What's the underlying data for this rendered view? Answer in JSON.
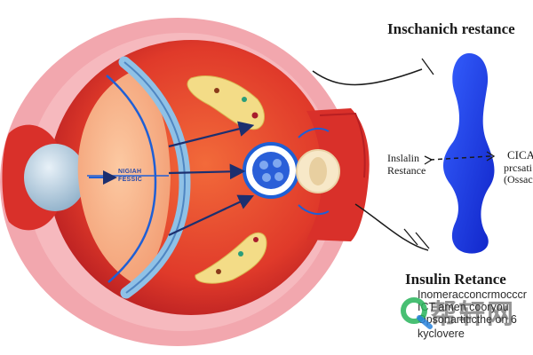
{
  "title_top": "Inschanich restance",
  "title_bottom": "Insulin Retance",
  "inner_label": {
    "line1": "NIGIAH",
    "line2": "FESSIC"
  },
  "left_side_label": {
    "line1": "Inslalin",
    "line2": "Restance"
  },
  "right_side_label": {
    "line1": "CICA",
    "line2": "prcsati",
    "line3": "(Ossac"
  },
  "description_lines": [
    "Inomeracconcrmocccr",
    "ICT amen cooryou",
    "Opsonartiticthe on 6",
    "kyclovere"
  ],
  "watermark": {
    "text": "帮轩网"
  },
  "colors": {
    "eye_outer_pink": "#f2a7ae",
    "eye_red": "#e23a2a",
    "iris_peach": "#f7b48a",
    "lens_gray_blue": "#b9d0e0",
    "ligament_blue": "#8fc1e6",
    "accent_blue": "#1e5fd6",
    "insulin_blob_blue": "#1f3fe0",
    "yellow_body": "#f3dc87",
    "arrow_navy": "#1c2f6f"
  }
}
